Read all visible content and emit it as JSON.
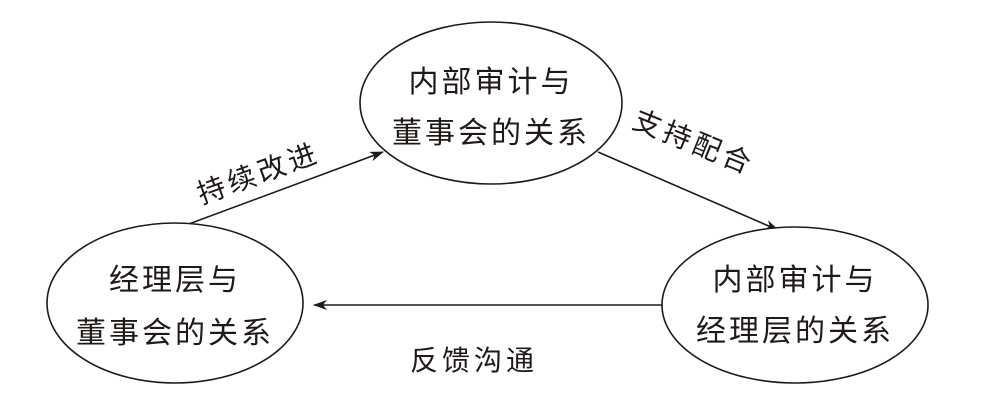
{
  "nodes": {
    "top": {
      "line1": "内部审计与",
      "line2": "董事会的关系"
    },
    "left": {
      "line1": "经理层与",
      "line2": "董事会的关系"
    },
    "right": {
      "line1": "内部审计与",
      "line2": "经理层的关系"
    }
  },
  "edges": {
    "left_to_top": "持续改进",
    "top_to_right": "支持配合",
    "right_to_left": "反馈沟通"
  }
}
